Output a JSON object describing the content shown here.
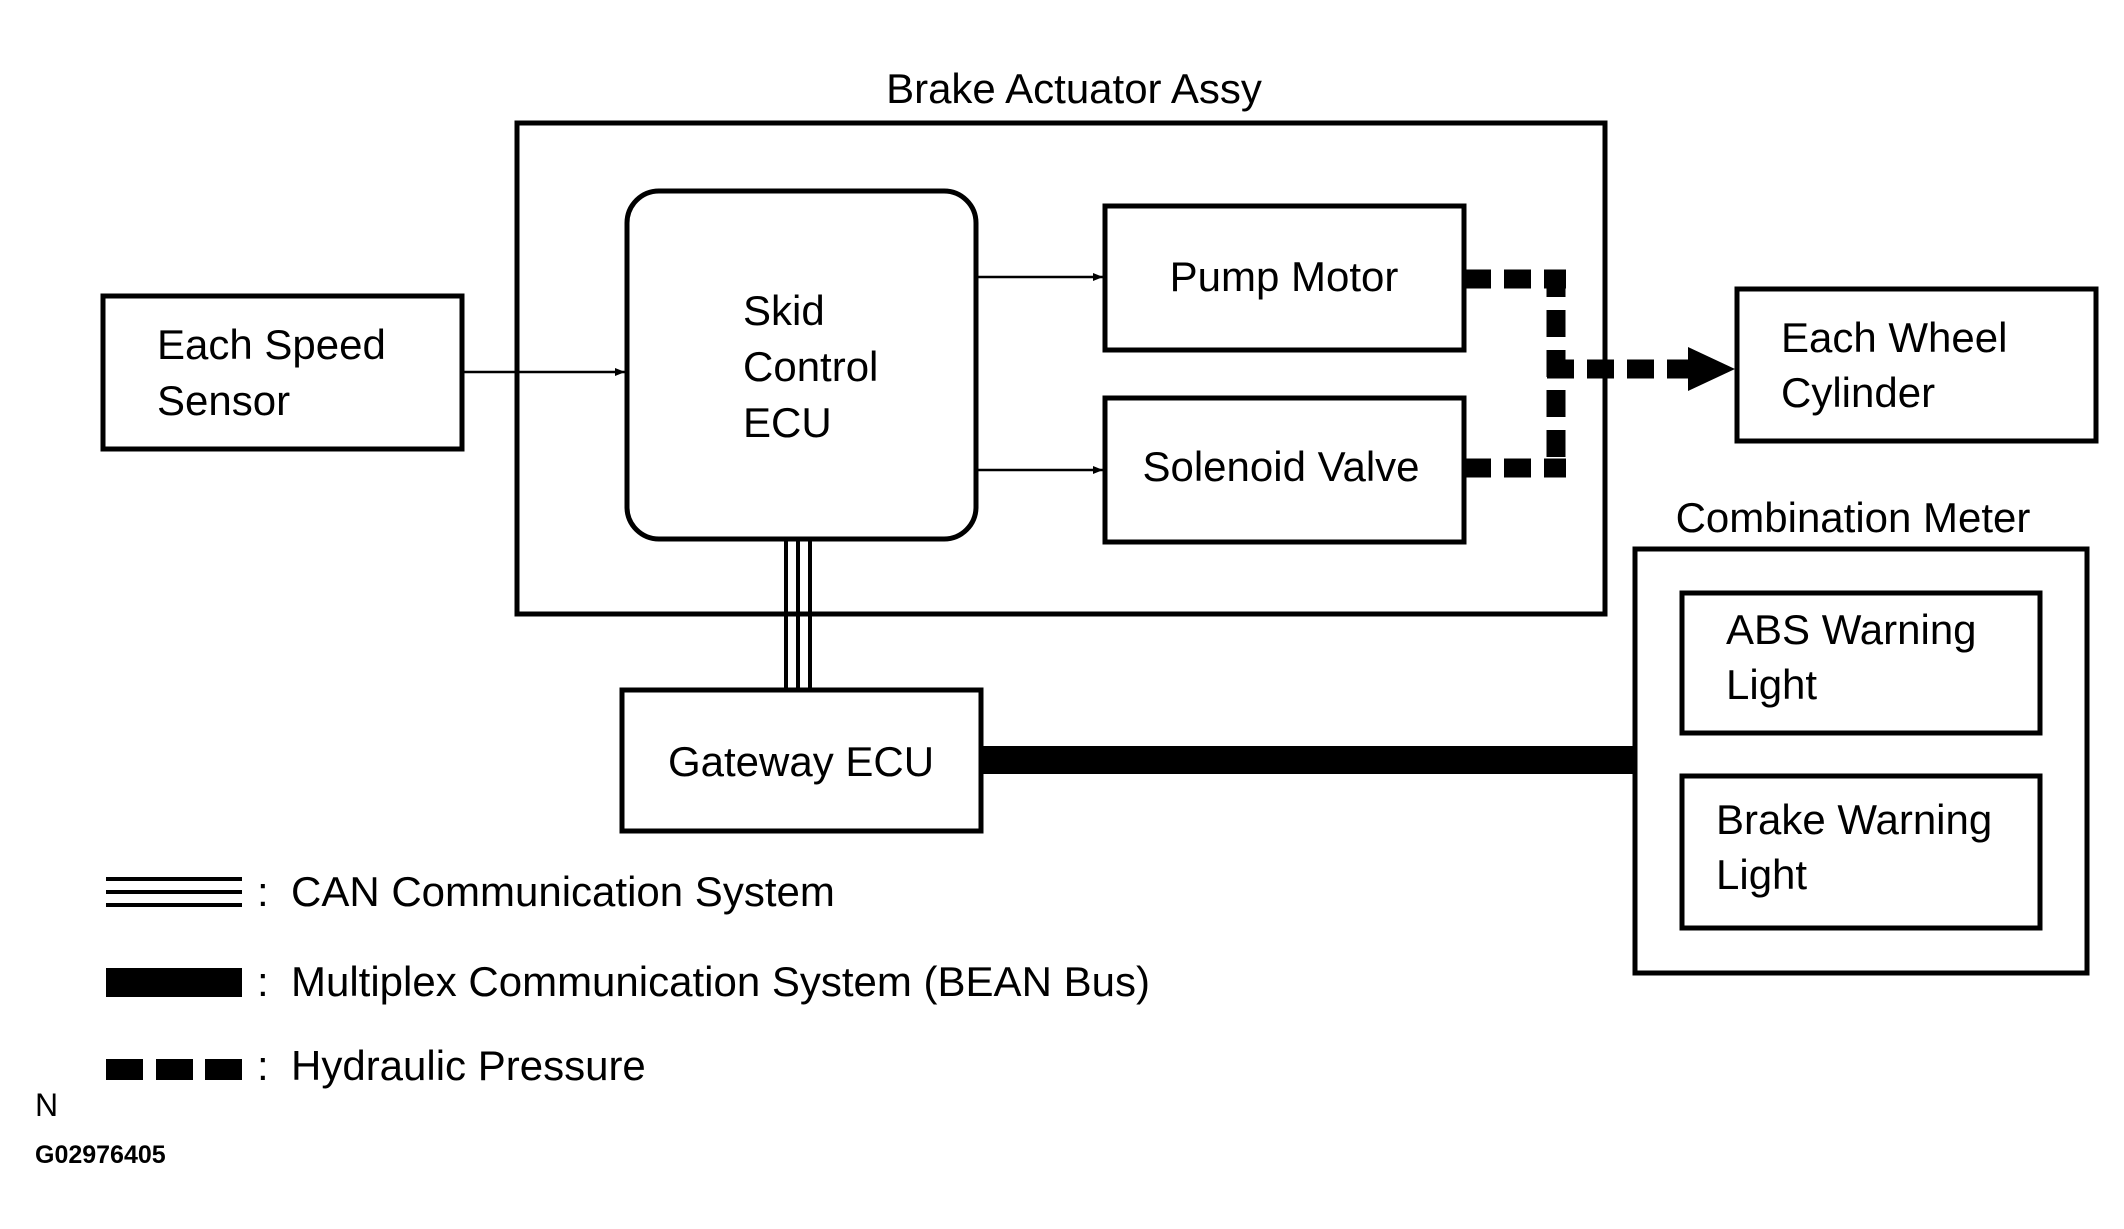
{
  "diagram": {
    "brake_actuator_assy": "Brake Actuator Assy",
    "speed_sensor": [
      "Each Speed",
      "Sensor"
    ],
    "skid_control_ecu": [
      "Skid",
      "Control",
      "ECU"
    ],
    "pump_motor": "Pump Motor",
    "solenoid_valve": "Solenoid Valve",
    "wheel_cylinder": [
      "Each Wheel",
      "Cylinder"
    ],
    "combination_meter": "Combination Meter",
    "abs_warning_light": [
      "ABS Warning",
      "Light"
    ],
    "brake_warning_light": [
      "Brake Warning",
      "Light"
    ],
    "gateway_ecu": "Gateway ECU"
  },
  "legend": {
    "separator": ":",
    "can": "CAN Communication System",
    "bean": "Multiplex Communication System (BEAN Bus)",
    "hydraulic": "Hydraulic Pressure"
  },
  "footer": {
    "letter": "N",
    "code": "G02976405"
  }
}
